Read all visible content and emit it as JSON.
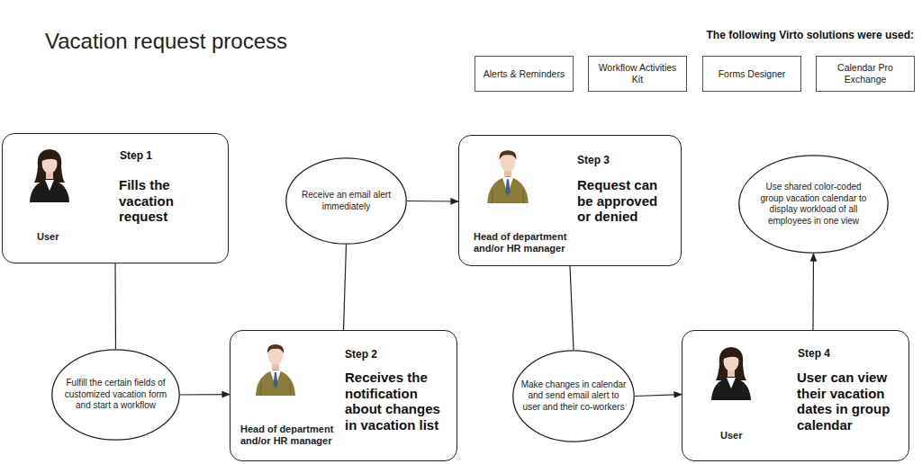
{
  "diagram": {
    "title": "Vacation request process",
    "nodes": [
      {
        "text": [
          "Alerts & Reminders"
        ]
      },
      {
        "text": [
          "Workflow Activities Kit"
        ]
      },
      {
        "text": [
          "Forms Designer"
        ]
      },
      {
        "text": [
          "Calendar Pro Exchange"
        ]
      },
      {
        "text": [
          "Step 1",
          "Fills the vacation request",
          "User"
        ]
      },
      {
        "text": [
          "Fulfill the certain fields of customized vacation form and start a workflow"
        ]
      },
      {
        "text": [
          "Step 2",
          "Receives the notification about changes in vacation list",
          "Head of department and/or HR manager"
        ]
      },
      {
        "text": [
          "Receive an email alert immediately"
        ]
      },
      {
        "text": [
          "Step 3",
          "Request can be approved or denied",
          "Head of department and/or HR manager"
        ]
      },
      {
        "text": [
          "Make changes in calendar and send email alert to user and their co-workers"
        ]
      },
      {
        "text": [
          "Step 4",
          "User can view their vacation dates in group calendar",
          "User"
        ]
      },
      {
        "text": [
          "Use shared color-coded group vacation calendar to display workload of all employees in one view"
        ]
      }
    ],
    "edges": [
      {
        "from": 4,
        "to": 5,
        "arrow": "none"
      },
      {
        "from": 5,
        "to": 6,
        "arrow": "to"
      },
      {
        "from": 6,
        "to": 7,
        "arrow": "none"
      },
      {
        "from": 7,
        "to": 8,
        "arrow": "to"
      },
      {
        "from": 8,
        "to": 9,
        "arrow": "none"
      },
      {
        "from": 9,
        "to": 10,
        "arrow": "to"
      },
      {
        "from": 10,
        "to": 11,
        "arrow": "to"
      }
    ],
    "labels": [
      "The following Virto solutions were used:"
    ]
  }
}
